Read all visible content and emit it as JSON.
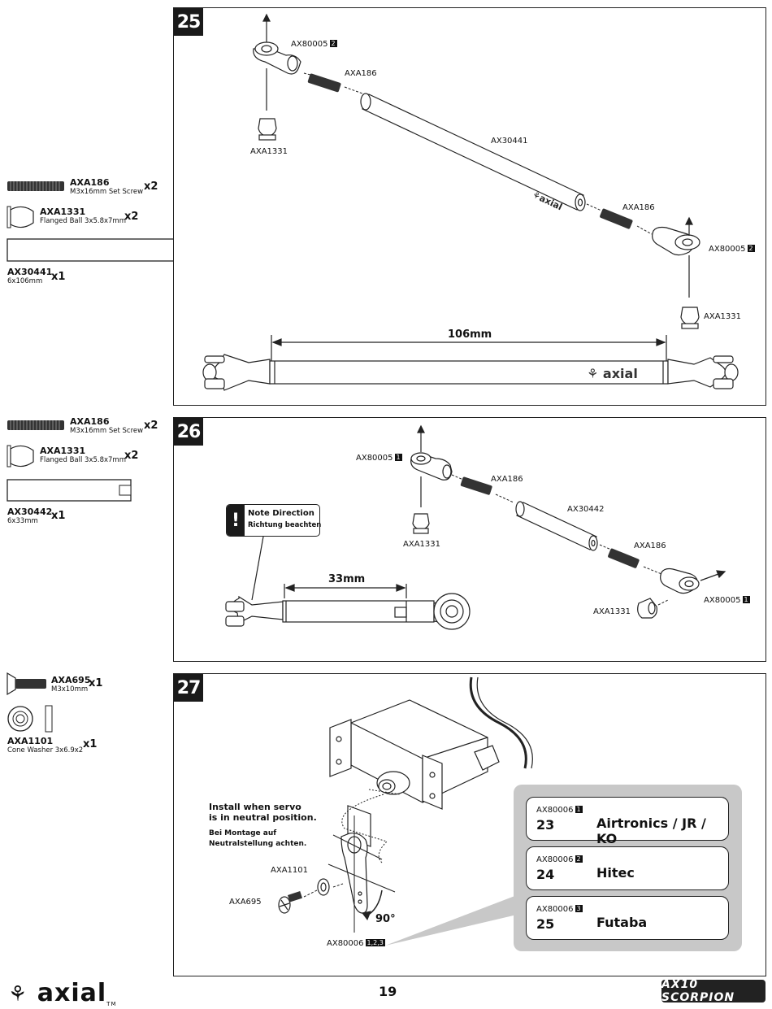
{
  "steps": {
    "s25": {
      "num": "25"
    },
    "s26": {
      "num": "26"
    },
    "s27": {
      "num": "27"
    }
  },
  "sidebar25": [
    {
      "code": "AXA186",
      "desc": "M3x16mm Set Screw",
      "qty": "x2"
    },
    {
      "code": "AXA1331",
      "desc": "Flanged Ball 3x5.8x7mm",
      "qty": "x2"
    },
    {
      "code": "AX30441",
      "desc": "6x106mm",
      "qty": "x1"
    }
  ],
  "sidebar26": [
    {
      "code": "AXA186",
      "desc": "M3x16mm Set Screw",
      "qty": "x2"
    },
    {
      "code": "AXA1331",
      "desc": "Flanged Ball 3x5.8x7mm",
      "qty": "x2"
    },
    {
      "code": "AX30442",
      "desc": "6x33mm",
      "qty": "x1"
    }
  ],
  "sidebar27": [
    {
      "code": "AXA695",
      "desc": "M3x10mm",
      "qty": "x1"
    },
    {
      "code": "AXA1101",
      "desc": "Cone Washer 3x6.9x2",
      "qty": "x1"
    }
  ],
  "step25": {
    "end_top": "AX80005",
    "end_top_num": "2",
    "screw_top": "AXA186",
    "ball_top": "AXA1331",
    "rod": "AX30441",
    "screw_bot": "AXA186",
    "end_bot": "AX80005",
    "end_bot_num": "2",
    "ball_bot": "AXA1331",
    "dimension": "106mm",
    "rod_logo": "axial"
  },
  "step26": {
    "end_left": "AX80005",
    "end_left_num": "1",
    "screw_left": "AXA186",
    "ball_left": "AXA1331",
    "rod": "AX30442",
    "screw_right": "AXA186",
    "end_right": "AX80005",
    "end_right_num": "1",
    "ball_right": "AXA1331",
    "dimension": "33mm",
    "note_en": "Note Direction",
    "note_de": "Richtung beachten",
    "note_icon": "!"
  },
  "step27": {
    "install_en_1": "Install when servo",
    "install_en_2": "is in neutral position.",
    "install_de_1": "Bei Montage auf",
    "install_de_2": "Neutralstellung achten.",
    "washer": "AXA1101",
    "screw": "AXA695",
    "horn": "AX80006",
    "horn_nums": "1,2,3",
    "angle": "90°",
    "servos": [
      {
        "code": "AX80006",
        "num": "1",
        "tooth": "23",
        "brand": "Airtronics / JR / KO"
      },
      {
        "code": "AX80006",
        "num": "2",
        "tooth": "24",
        "brand": "Hitec"
      },
      {
        "code": "AX80006",
        "num": "3",
        "tooth": "25",
        "brand": "Futaba"
      }
    ]
  },
  "footer": {
    "logo": "axial",
    "tm": "TM",
    "page": "19",
    "badge": "AX10 SCORPION"
  }
}
